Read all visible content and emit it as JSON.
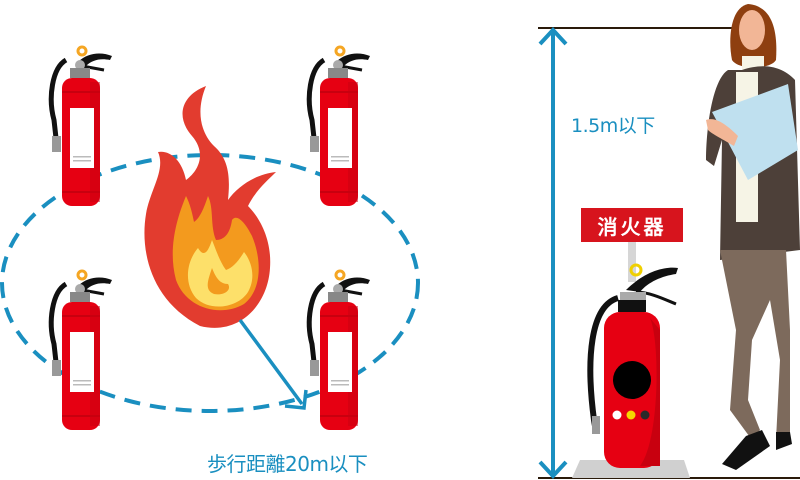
{
  "left_panel": {
    "walking_distance_label": "歩行距離20m以下",
    "extinguisher_count": 4,
    "center_icon": "fire-icon"
  },
  "right_panel": {
    "height_label": "1.5m以下",
    "sign_label": "消火器",
    "figure": "person-standing-icon"
  },
  "colors": {
    "accent_blue": "#1a8fc0",
    "extinguisher_red": "#e60012",
    "sign_red": "#d7141d",
    "flame_outer": "#e23c2f",
    "flame_mid": "#f39a1e",
    "flame_inner": "#fde06a"
  }
}
